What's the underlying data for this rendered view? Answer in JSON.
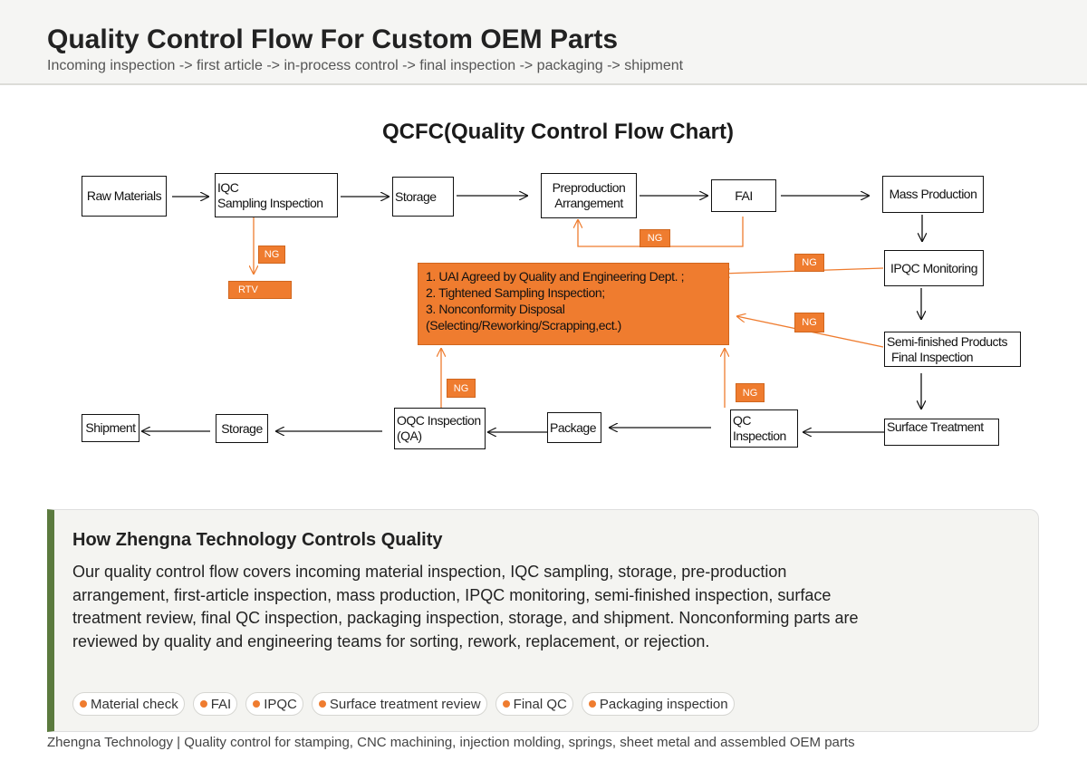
{
  "header": {
    "title": "Quality Control Flow For Custom OEM Parts",
    "subtitle": "Incoming inspection -> first article -> in-process control -> final inspection -> packaging -> shipment"
  },
  "chart": {
    "title": "QCFC(Quality Control Flow Chart)",
    "nodes": {
      "raw_materials": "Raw Materials",
      "iqc": [
        "IQC",
        "Sampling Inspection"
      ],
      "storage_in": "Storage",
      "preproduction": [
        "Preproduction",
        "Arrangement"
      ],
      "fai": "FAI",
      "mass_production": "Mass Production",
      "ipqc": "IPQC Monitoring",
      "semi_finished": [
        "Semi-finished Products",
        "Final Inspection"
      ],
      "surface_treatment": "Surface Treatment",
      "qc": [
        "QC",
        "Inspection"
      ],
      "package": "Package",
      "oqc": [
        "OQC Inspection",
        "(QA)"
      ],
      "storage_out": "Storage",
      "shipment": "Shipment"
    },
    "ng_label": "NG",
    "rtv_label": "RTV",
    "disposal_lines": [
      "1. UAI Agreed by Quality and Engineering Dept. ;",
      "2. Tightened Sampling Inspection;",
      "3. Nonconformity Disposal",
      "(Selecting/Reworking/Scrapping,ect.)"
    ]
  },
  "panel": {
    "heading": "How Zhengna Technology Controls Quality",
    "body": "Our quality control flow covers incoming material inspection, IQC sampling, storage, pre-production arrangement, first-article inspection, mass production, IPQC monitoring, semi-finished inspection, surface treatment review, final QC inspection, packaging inspection, storage, and shipment. Nonconforming parts are reviewed by quality and engineering teams for sorting, rework, replacement, or rejection.",
    "pills": [
      "Material check",
      "FAI",
      "IPQC",
      "Surface treatment review",
      "Final QC",
      "Packaging inspection"
    ]
  },
  "footer": "Zhengna Technology | Quality control for stamping, CNC machining, injection molding, springs, sheet metal and assembled OEM parts",
  "colors": {
    "accent_orange": "#ef7c2f",
    "panel_border_green": "#5b7a3e",
    "line_black": "#111111"
  }
}
